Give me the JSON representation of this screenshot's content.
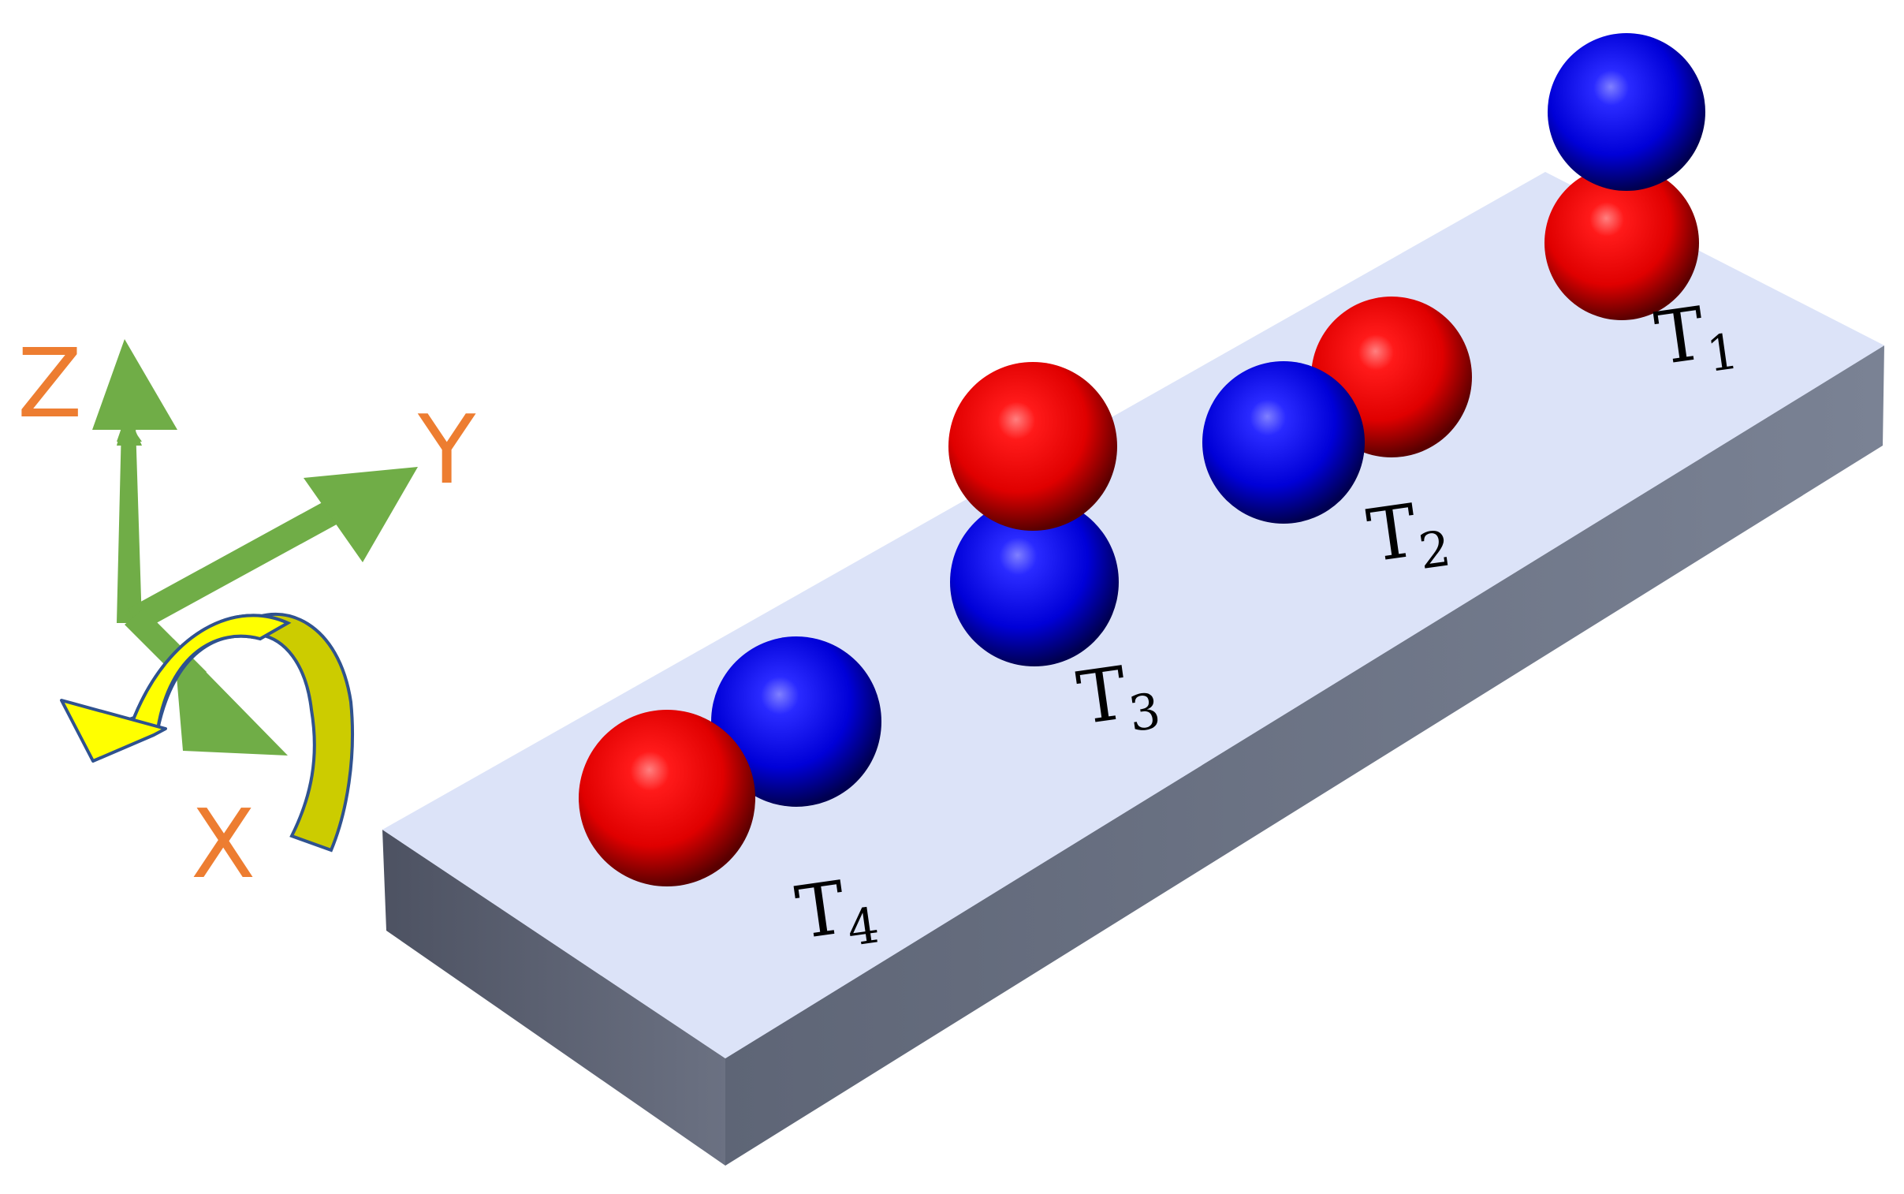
{
  "axes": {
    "z_label": "Z",
    "y_label": "Y",
    "x_label": "X",
    "arrow_color": "#70AD47",
    "label_color": "#ED7D31",
    "rotation_arrow_color": "#FFFF00",
    "rotation_arrow_shade": "#CCCC00",
    "rotation_arrow_outline": "#2F528F"
  },
  "slab": {
    "top_color": "#DCE3F8",
    "front_color": "#707888",
    "side_color": "#555B6A"
  },
  "colors": {
    "red_atom": "#FF0000",
    "blue_atom": "#0000EE"
  },
  "molecules": [
    {
      "label_base": "T",
      "label_sub": "1",
      "orientation": "vertical, blue above red"
    },
    {
      "label_base": "T",
      "label_sub": "2",
      "orientation": "blue front, red behind"
    },
    {
      "label_base": "T",
      "label_sub": "3",
      "orientation": "vertical, red above blue"
    },
    {
      "label_base": "T",
      "label_sub": "4",
      "orientation": "red front, blue behind"
    }
  ]
}
